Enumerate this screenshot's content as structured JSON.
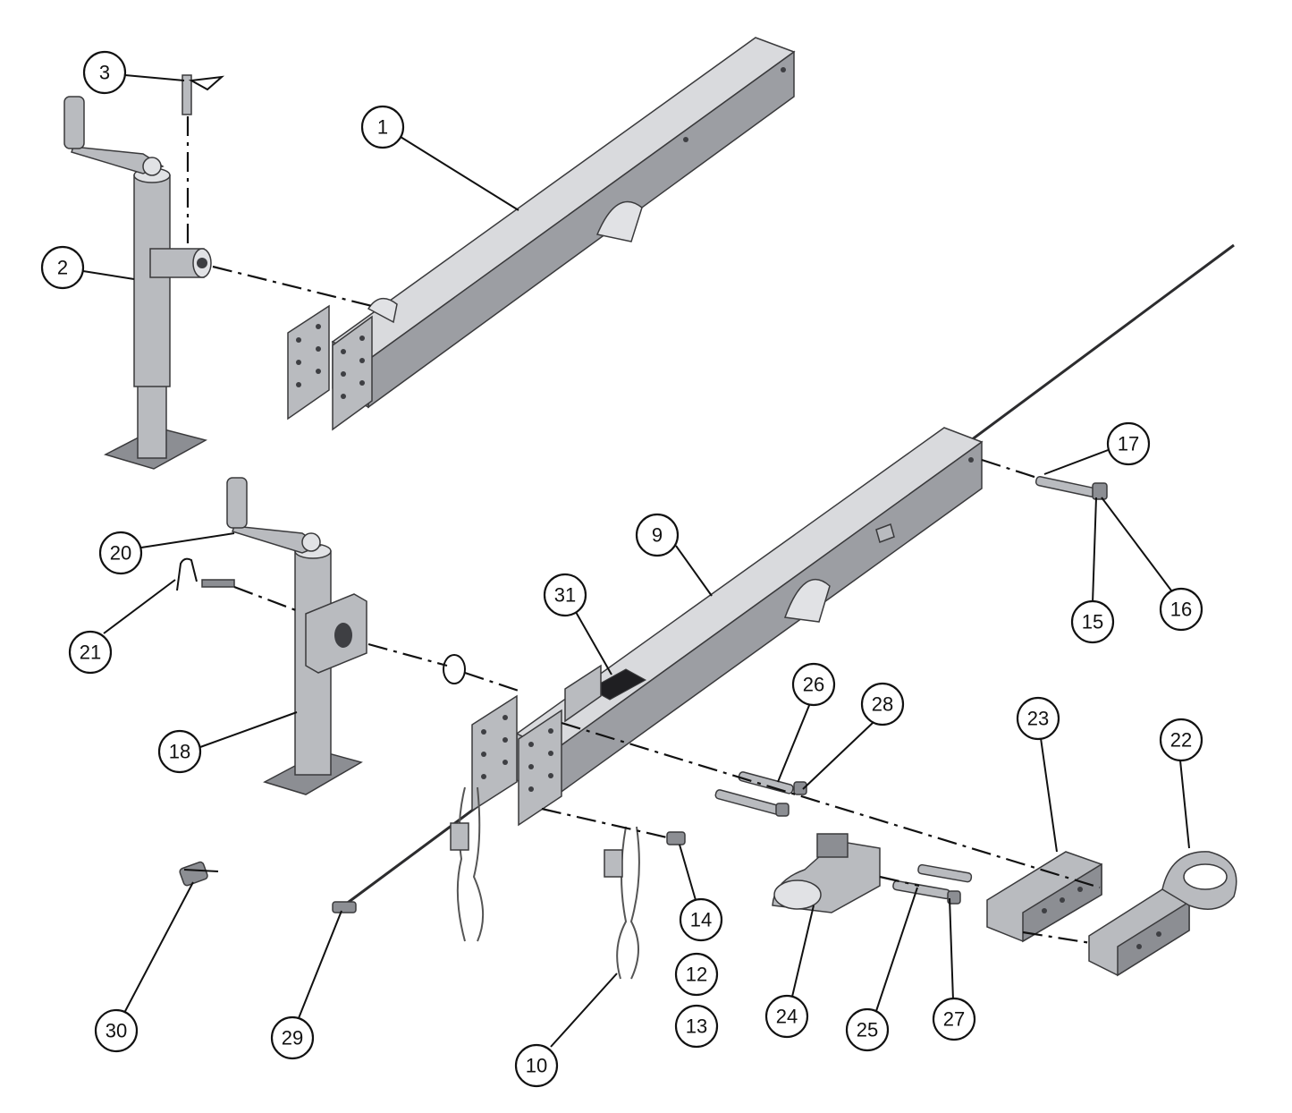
{
  "callouts": [
    {
      "label": "1"
    },
    {
      "label": "2"
    },
    {
      "label": "3"
    },
    {
      "label": "9"
    },
    {
      "label": "10"
    },
    {
      "label": "12"
    },
    {
      "label": "13"
    },
    {
      "label": "14"
    },
    {
      "label": "15"
    },
    {
      "label": "16"
    },
    {
      "label": "17"
    },
    {
      "label": "18"
    },
    {
      "label": "20"
    },
    {
      "label": "21"
    },
    {
      "label": "22"
    },
    {
      "label": "23"
    },
    {
      "label": "24"
    },
    {
      "label": "25"
    },
    {
      "label": "26"
    },
    {
      "label": "27"
    },
    {
      "label": "28"
    },
    {
      "label": "29"
    },
    {
      "label": "30"
    },
    {
      "label": "31"
    }
  ],
  "colors": {
    "metal": "#b9bbbf",
    "outline": "#3a3a3c",
    "callout_stroke": "#111111"
  }
}
